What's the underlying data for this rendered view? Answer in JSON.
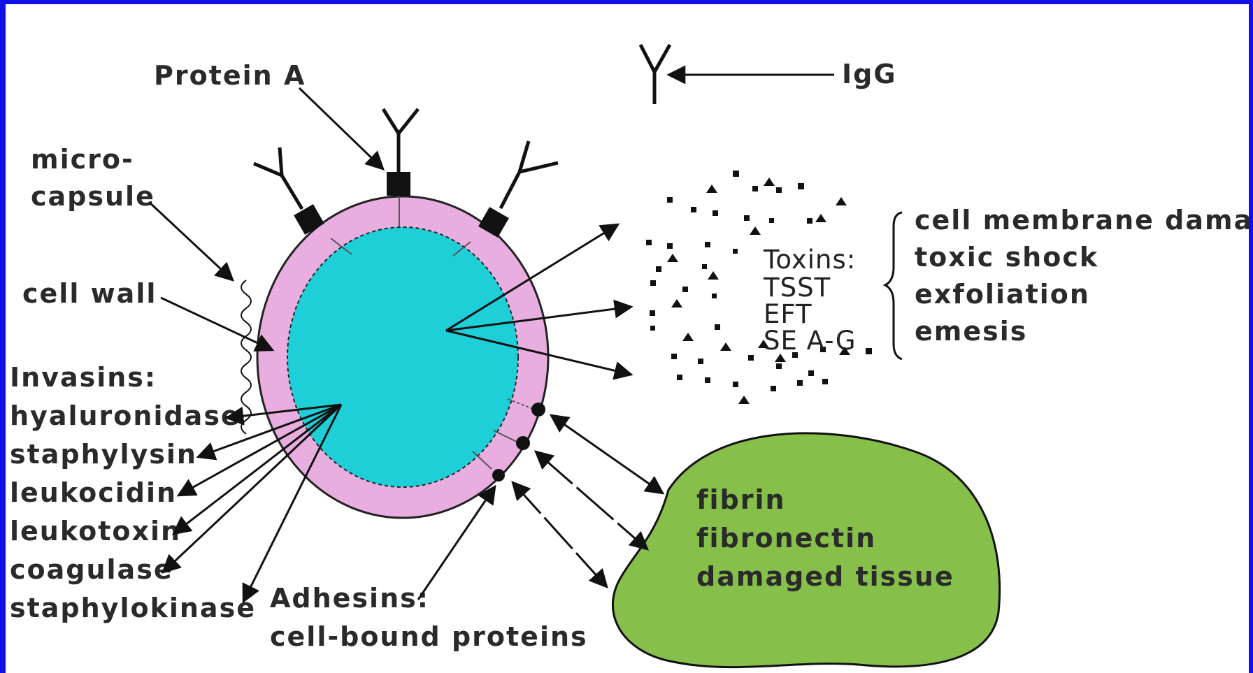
{
  "colors": {
    "frame": "#1010e8",
    "cell_outer": "#e9aee0",
    "cell_inner": "#1ecfd8",
    "tissue": "#86bf4a",
    "title_accent": "#ffe800"
  },
  "labels": {
    "protein_a": "Protein A",
    "igg": "IgG",
    "microcapsule_1": "micro-",
    "microcapsule_2": "capsule",
    "cell_wall": "cell wall",
    "invasins_title": "Invasins:",
    "adhesins_title": "Adhesins:",
    "adhesins_sub": "cell-bound proteins"
  },
  "invasins": [
    "hyaluronidase",
    "staphylysin",
    "leukocidin",
    "leukotoxin",
    "coagulase",
    "staphylokinase"
  ],
  "toxins": {
    "title": "Toxins:",
    "items": [
      "TSST",
      "EFT",
      "SE A-G"
    ]
  },
  "toxin_effects": [
    "cell membrane damage",
    "toxic shock",
    "exfoliation",
    "emesis"
  ],
  "tissue_items": [
    "fibrin",
    "fibronectin",
    "damaged tissue"
  ]
}
